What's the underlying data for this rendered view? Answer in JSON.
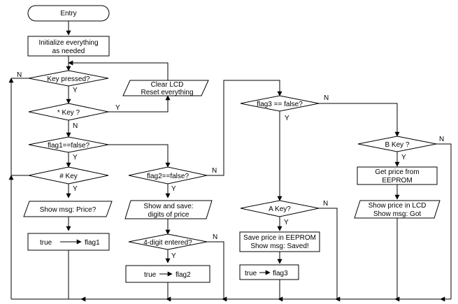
{
  "nodes": {
    "entry": "Entry",
    "init": [
      "Initialize everything",
      "as needed"
    ],
    "key_pressed": "Key pressed?",
    "clear_reset": [
      "Clear LCD",
      "Reset everything"
    ],
    "star_key": "* Key ?",
    "flag1_false": "flag1==false?",
    "hash_key": "# Key",
    "show_price_msg": "Show msg: Price?",
    "set_flag1": [
      "true",
      "flag1"
    ],
    "flag2_false": "flag2==false?",
    "show_save_digits": [
      "Show and save:",
      "digits of price"
    ],
    "four_digit": "4-digit entered?",
    "set_flag2": [
      "true",
      "flag2"
    ],
    "flag3_false": "flag3 == false?",
    "a_key": "A Key?",
    "save_eeprom": [
      "Save price in EEPROM",
      "Show msg: Saved!"
    ],
    "set_flag3": [
      "true",
      "flag3"
    ],
    "b_key": "B Key ?",
    "get_price": [
      "Get price from",
      "EEPROM"
    ],
    "show_lcd_got": [
      "Show price in LCD",
      "Show msg: Got"
    ]
  },
  "edge_labels": {
    "yes": "Y",
    "no": "N"
  }
}
